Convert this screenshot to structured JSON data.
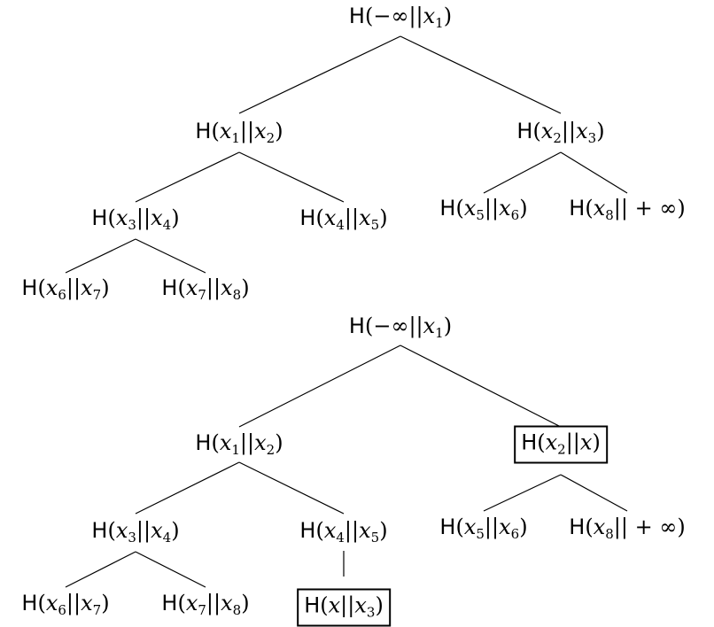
{
  "trees": [
    {
      "id": "tree-before",
      "nodes": [
        {
          "id": "t1-root",
          "label": "H(−∞||x1)",
          "boxed": false
        },
        {
          "id": "t1-n12",
          "label": "H(x1||x2)",
          "boxed": false
        },
        {
          "id": "t1-n23",
          "label": "H(x2||x3)",
          "boxed": false
        },
        {
          "id": "t1-n34",
          "label": "H(x3||x4)",
          "boxed": false
        },
        {
          "id": "t1-n45",
          "label": "H(x4||x5)",
          "boxed": false
        },
        {
          "id": "t1-n56",
          "label": "H(x5||x6)",
          "boxed": false
        },
        {
          "id": "t1-n8inf",
          "label": "H(x8|| + ∞)",
          "boxed": false
        },
        {
          "id": "t1-n67",
          "label": "H(x6||x7)",
          "boxed": false
        },
        {
          "id": "t1-n78",
          "label": "H(x7||x8)",
          "boxed": false
        }
      ]
    },
    {
      "id": "tree-after",
      "nodes": [
        {
          "id": "t2-root",
          "label": "H(−∞||x1)",
          "boxed": false
        },
        {
          "id": "t2-n12",
          "label": "H(x1||x2)",
          "boxed": false
        },
        {
          "id": "t2-n2x",
          "label": "H(x2||x)",
          "boxed": true
        },
        {
          "id": "t2-n34",
          "label": "H(x3||x4)",
          "boxed": false
        },
        {
          "id": "t2-n45",
          "label": "H(x4||x5)",
          "boxed": false
        },
        {
          "id": "t2-n56",
          "label": "H(x5||x6)",
          "boxed": false
        },
        {
          "id": "t2-n8inf",
          "label": "H(x8|| + ∞)",
          "boxed": false
        },
        {
          "id": "t2-nx3",
          "label": "H(x||x3)",
          "boxed": true
        },
        {
          "id": "t2-n67",
          "label": "H(x6||x7)",
          "boxed": false
        },
        {
          "id": "t2-n78",
          "label": "H(x7||x8)",
          "boxed": false
        }
      ]
    }
  ]
}
